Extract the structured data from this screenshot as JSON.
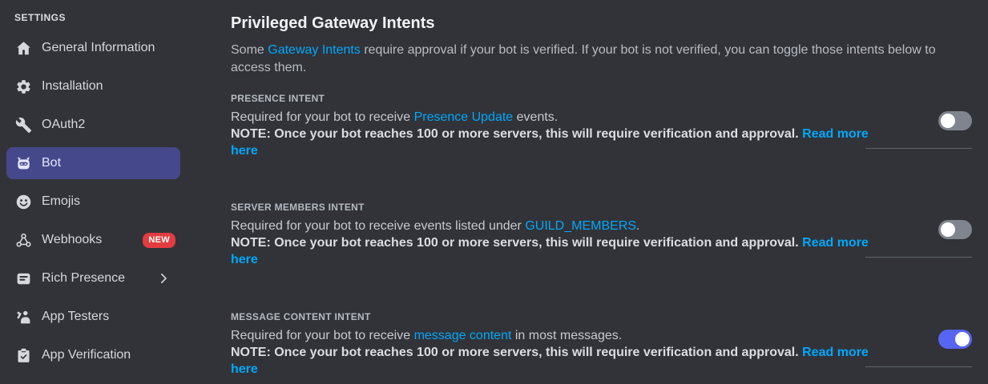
{
  "sidebar": {
    "section_label": "SETTINGS",
    "items": [
      {
        "icon": "home",
        "label": "General Information"
      },
      {
        "icon": "gear",
        "label": "Installation"
      },
      {
        "icon": "wrench",
        "label": "OAuth2"
      },
      {
        "icon": "robot",
        "label": "Bot",
        "selected": true
      },
      {
        "icon": "smiley",
        "label": "Emojis"
      },
      {
        "icon": "webhook",
        "label": "Webhooks",
        "badge": "NEW"
      },
      {
        "icon": "document",
        "label": "Rich Presence",
        "has_submenu": true
      },
      {
        "icon": "person-waving",
        "label": "App Testers"
      },
      {
        "icon": "clipboard-check",
        "label": "App Verification"
      }
    ]
  },
  "main": {
    "title": "Privileged Gateway Intents",
    "description": {
      "prefix": "Some ",
      "link_text": "Gateway Intents",
      "suffix": " require approval if your bot is verified. If your bot is not verified, you can toggle those intents below to access them."
    },
    "note": {
      "bold_text": "NOTE: Once your bot reaches 100 or more servers, this will require verification and approval. ",
      "link_text": "Read more here"
    },
    "intents": [
      {
        "label": "PRESENCE INTENT",
        "desc_prefix": "Required for your bot to receive ",
        "desc_link": "Presence Update",
        "desc_suffix": " events.",
        "enabled": false
      },
      {
        "label": "SERVER MEMBERS INTENT",
        "desc_prefix": "Required for your bot to receive events listed under ",
        "desc_link": "GUILD_MEMBERS",
        "desc_suffix": ".",
        "enabled": false
      },
      {
        "label": "MESSAGE CONTENT INTENT",
        "desc_prefix": "Required for your bot to receive ",
        "desc_link": "message content",
        "desc_suffix": " in most messages.",
        "enabled": true
      }
    ]
  },
  "colors": {
    "background": "#313338",
    "accent_blurple": "#5865f2",
    "link_blue": "#00a8fc",
    "badge_red": "#e23c40",
    "toggle_off_gray": "#80848e",
    "selected_item_bg": "#45498b"
  }
}
